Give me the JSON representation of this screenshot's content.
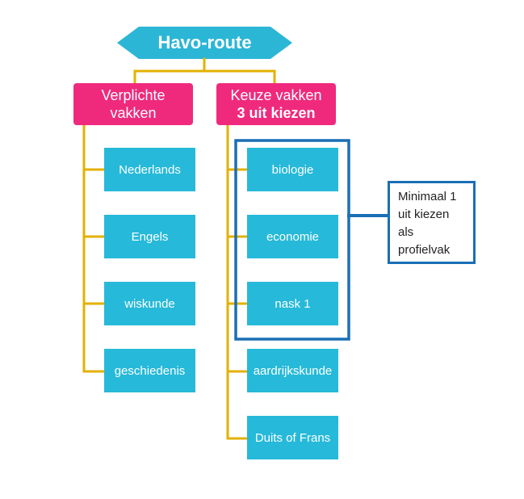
{
  "colors": {
    "root": "#2bb6d6",
    "category": "#ef2a7d",
    "subject": "#26b9d9",
    "connector": "#e3b100",
    "highlight": "#1a6fb5"
  },
  "root": {
    "label": "Havo-route"
  },
  "categories": [
    {
      "line1": "Verplichte",
      "line2": "vakken"
    },
    {
      "line1": "Keuze vakken",
      "line2": "3 uit kiezen"
    }
  ],
  "mandatory": [
    "Nederlands",
    "Engels",
    "wiskunde",
    "geschiedenis"
  ],
  "electives": [
    "biologie",
    "economie",
    "nask 1",
    "aardrijkskunde",
    "Duits of Frans"
  ],
  "note": {
    "lines": [
      "Minimaal 1",
      "uit kiezen",
      "als",
      "profielvak"
    ]
  }
}
